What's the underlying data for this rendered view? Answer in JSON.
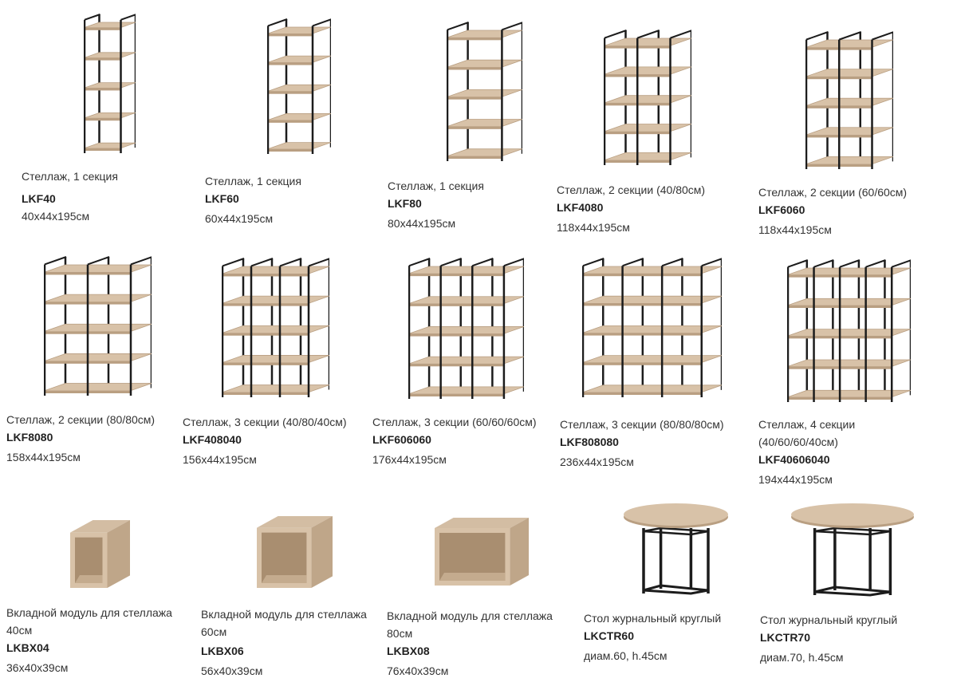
{
  "products": [
    {
      "title": "Стеллаж, 1 секция",
      "code": "LKF40",
      "size": "40x44x195см"
    },
    {
      "title": "Стеллаж, 1 секция",
      "code": "LKF60",
      "size": "60x44x195см"
    },
    {
      "title": "Стеллаж, 1 секция",
      "code": "LKF80",
      "size": "80x44x195см"
    },
    {
      "title": "Стеллаж, 2 секции (40/80см)",
      "code": "LKF4080",
      "size": "118x44x195см"
    },
    {
      "title": "Стеллаж, 2 секции (60/60см)",
      "code": "LKF6060",
      "size": "118x44x195см"
    },
    {
      "title": "Стеллаж, 2 секции (80/80см)",
      "code": "LKF8080",
      "size": "158x44x195см"
    },
    {
      "title": "Стеллаж, 3 секции (40/80/40см)",
      "code": "LKF408040",
      "size": "156x44x195см"
    },
    {
      "title": "Стеллаж, 3 секции (60/60/60см)",
      "code": "LKF606060",
      "size": "176x44x195см"
    },
    {
      "title": "Стеллаж, 3 секции (80/80/80см)",
      "code": "LKF808080",
      "size": "236x44x195см"
    },
    {
      "title": "Стеллаж, 4 секции",
      "title2": "(40/60/60/40см)",
      "code": "LKF40606040",
      "size": "194x44x195см"
    },
    {
      "title": "Вкладной модуль для стеллажа",
      "title2": "40см",
      "code": "LKBX04",
      "size": "36x40x39см"
    },
    {
      "title": "Вкладной модуль для стеллажа",
      "title2": "60см",
      "code": "LKBX06",
      "size": "56x40x39см"
    },
    {
      "title": "Вкладной модуль для стеллажа",
      "title2": "80см",
      "code": "LKBX08",
      "size": "76x40x39см"
    },
    {
      "title": "Стол журнальный круглый",
      "code": "LKCTR60",
      "size": "диам.60, h.45см"
    },
    {
      "title": "Стол журнальный круглый",
      "code": "LKCTR70",
      "size": "диам.70, h.45см"
    }
  ],
  "colors": {
    "wood": "#d8c2a8",
    "wood_dark": "#b99f82",
    "frame": "#1c1c1c"
  }
}
